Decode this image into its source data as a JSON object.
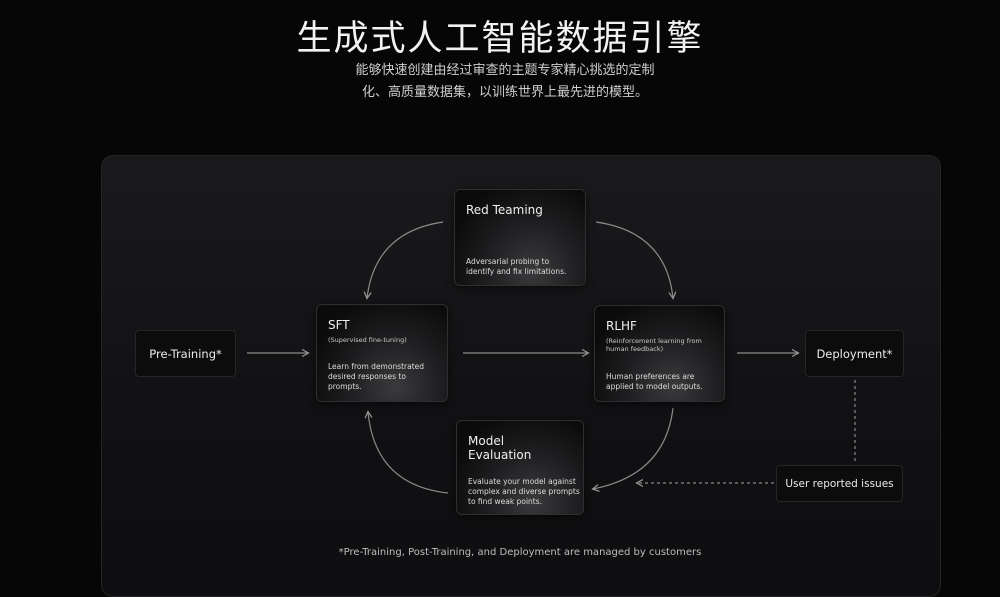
{
  "header": {
    "title": "生成式人工智能数据引擎",
    "subtitle_line1": "能够快速创建由经过审查的主题专家精心挑选的定制",
    "subtitle_line2": "化、高质量数据集，以训练世界上最先进的模型。"
  },
  "nodes": {
    "pre_training": {
      "label": "Pre-Training*"
    },
    "sft": {
      "title": "SFT",
      "subtitle": "(Supervised fine-tuning)",
      "desc_line1": "Learn from demonstrated",
      "desc_line2": "desired responses to",
      "desc_line3": "prompts."
    },
    "red_teaming": {
      "title": "Red Teaming",
      "desc_line1": "Adversarial probing to",
      "desc_line2": "identify and fix limitations."
    },
    "rlhf": {
      "title": "RLHF",
      "subtitle_line1": "(Reinforcement learning from",
      "subtitle_line2": "human feedback)",
      "desc_line1": "Human preferences are",
      "desc_line2": "applied to model outputs."
    },
    "model_evaluation": {
      "title_line1": "Model",
      "title_line2": "Evaluation",
      "desc_line1": "Evaluate your model against",
      "desc_line2": "complex and diverse prompts",
      "desc_line3": "to find weak points."
    },
    "deployment": {
      "label": "Deployment*"
    },
    "user_reported_issues": {
      "label": "User reported issues"
    }
  },
  "footnote": "*Pre-Training, Post-Training, and Deployment are managed by customers",
  "colors": {
    "background": "#060606",
    "panel": "#141416",
    "arrow": "#8a8a8a"
  }
}
